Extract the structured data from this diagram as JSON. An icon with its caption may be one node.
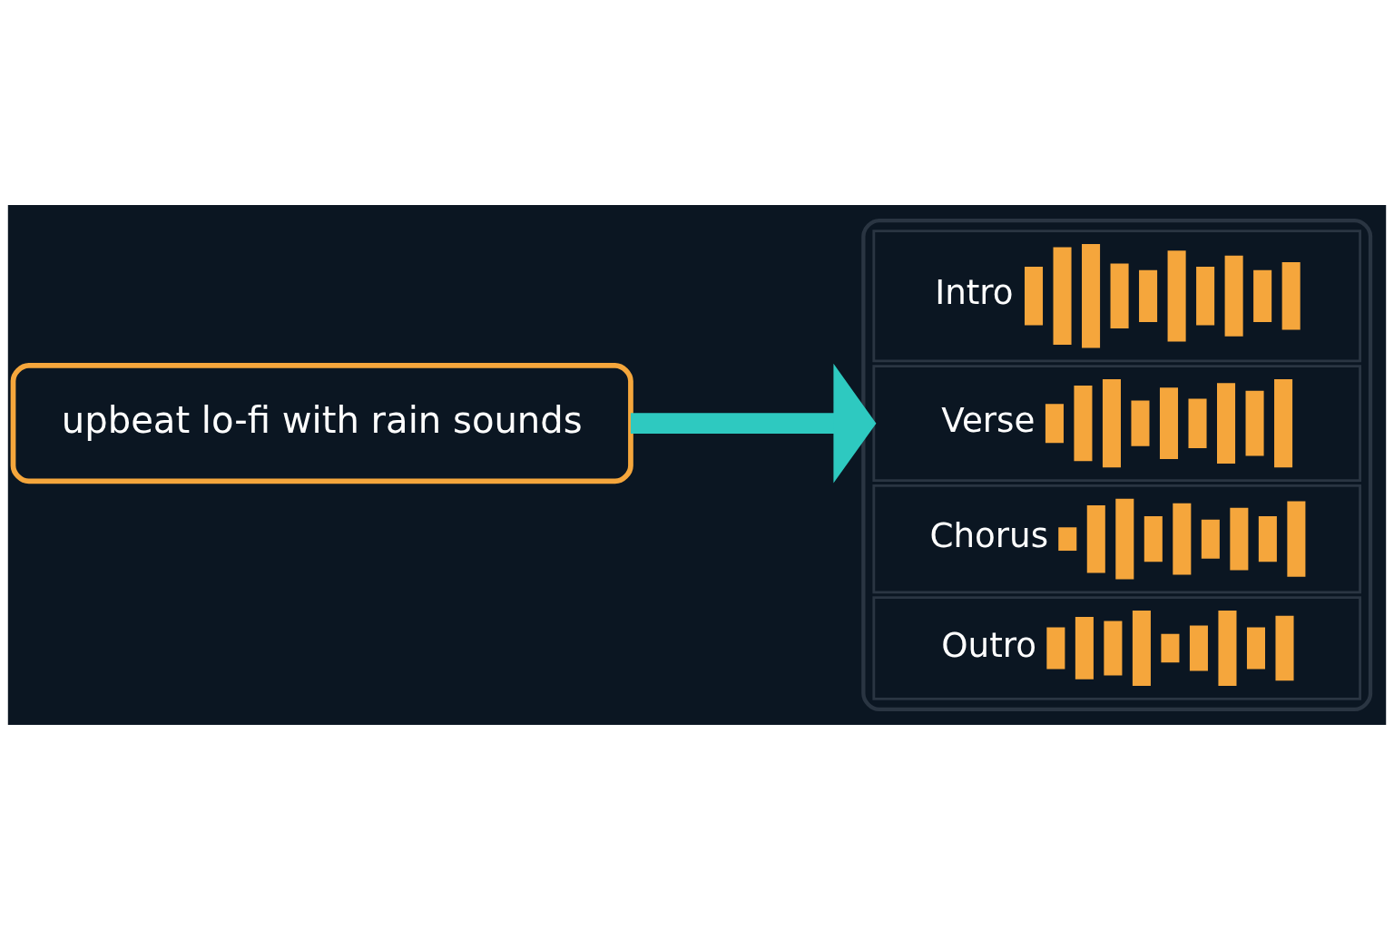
{
  "diagram": {
    "nodes": [
      {
        "text": [
          "upbeat lo-fi with rain sounds"
        ]
      },
      {
        "text": [],
        "shape": "box"
      },
      {
        "text": [
          "Intro"
        ],
        "in": 1
      },
      {
        "text": [
          "Verse"
        ],
        "in": 1
      },
      {
        "text": [
          "Chorus"
        ],
        "in": 1
      },
      {
        "text": [
          "Outro"
        ],
        "in": 1
      }
    ],
    "edges": [
      {
        "from": 0,
        "to": 1,
        "arrow": "to",
        "color": "#2ec9c0"
      }
    ]
  }
}
